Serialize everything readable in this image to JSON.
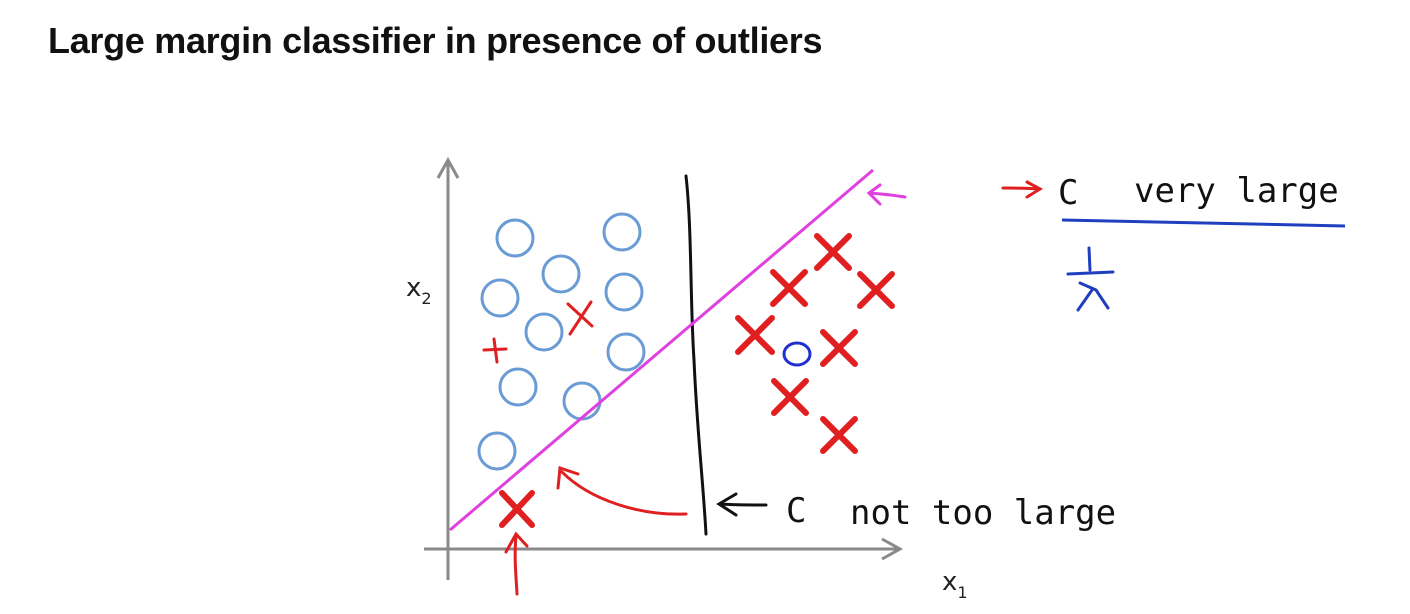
{
  "title": "Large margin classifier in presence of outliers",
  "axes": {
    "x_label": "x",
    "x_subscript": "1",
    "y_label": "x",
    "y_subscript": "2"
  },
  "annotations": {
    "c_very_large_prefix": "C",
    "c_very_large": "very large",
    "c_not_too_large_prefix": "C",
    "c_not_too_large": "not too large",
    "inverse_lambda": "1/λ"
  },
  "colors": {
    "axis": "#8a8a8a",
    "circle": "#6a9bd4",
    "cross": "#e02020",
    "magenta_boundary": "#e040e0",
    "black_boundary": "#111111",
    "annotation_red": "#e02020",
    "annotation_black": "#111111",
    "annotation_blue": "#1f3fbf",
    "outlier_circle": "#1f2fd0"
  },
  "icons": {
    "arrow": "arrow-icon"
  }
}
